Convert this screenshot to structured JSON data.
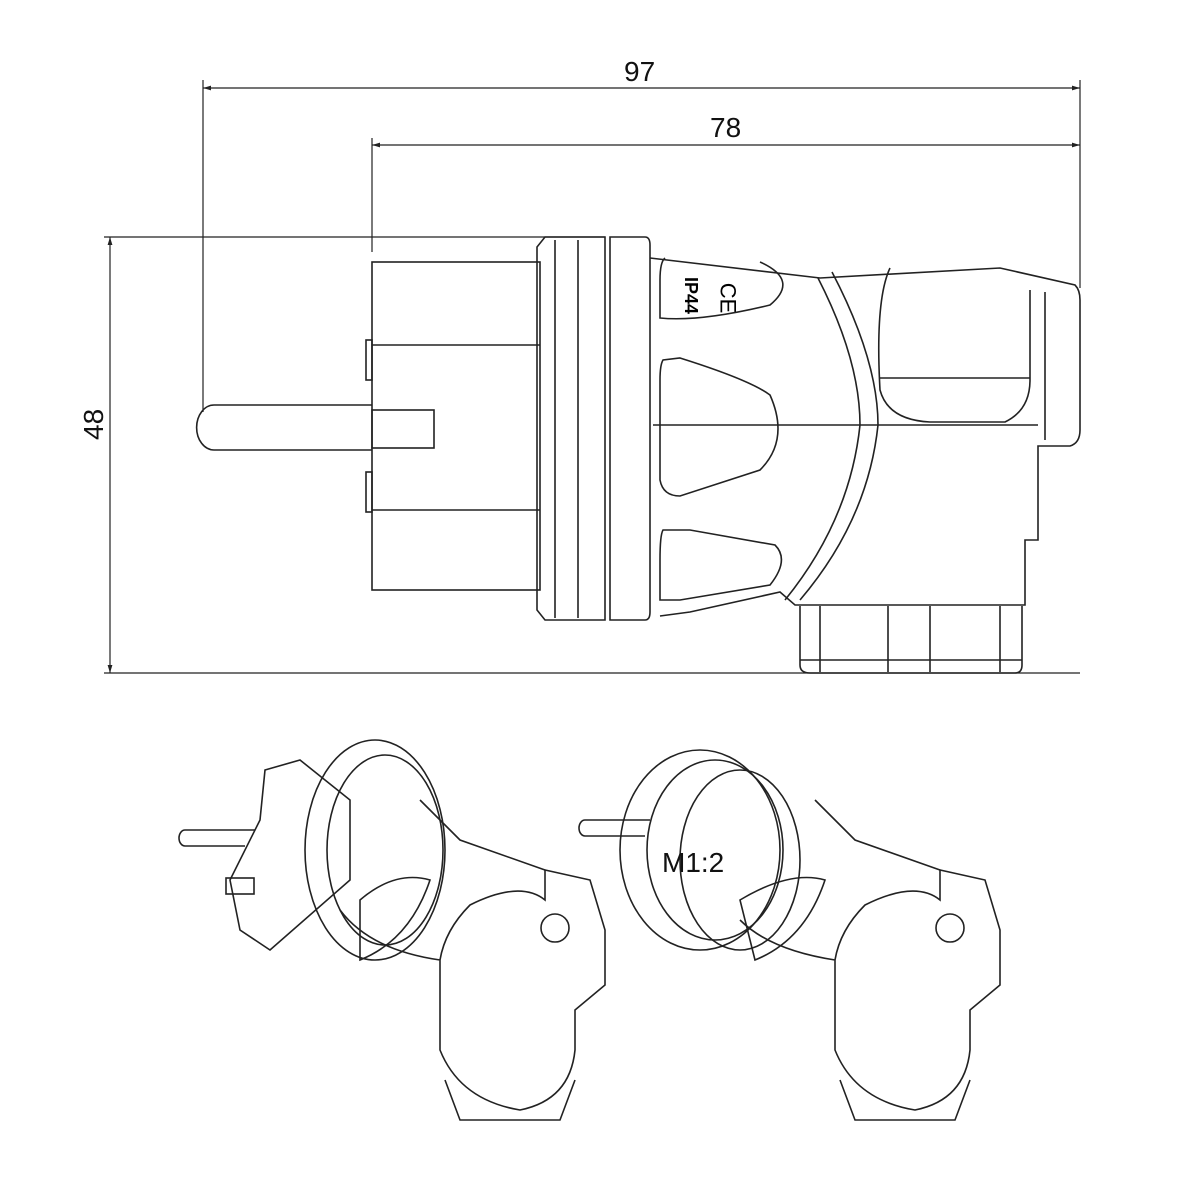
{
  "dimensions": {
    "overall_length": "97",
    "body_length": "78",
    "height": "48"
  },
  "markings": {
    "ce": "CE",
    "ip_rating": "IP44"
  },
  "scale_label": "M1:2"
}
